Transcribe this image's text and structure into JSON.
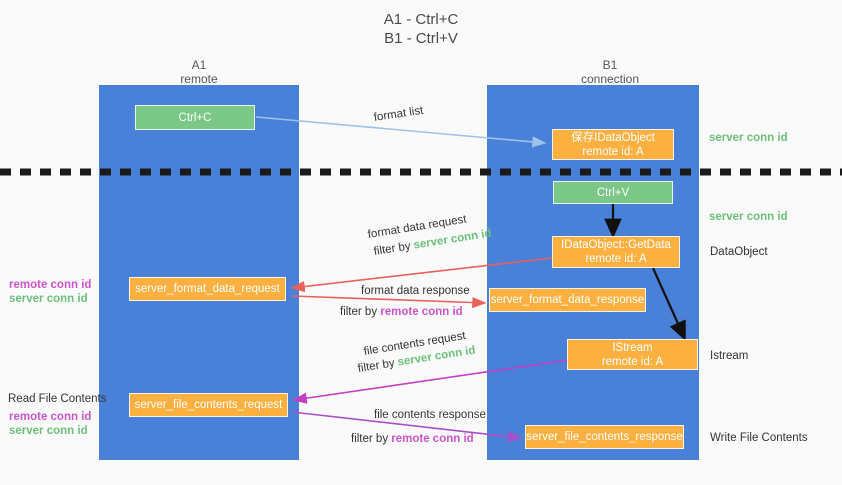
{
  "title": "A1 - Ctrl+C\nB1 - Ctrl+V",
  "colors": {
    "lane": "#4a81d8",
    "green_box": "#7ac786",
    "orange_box": "#fbb040",
    "background": "#fafafa",
    "server_conn_id": "#6cc07a",
    "remote_conn_id": "#cc55cc",
    "arrow_blue": "#9dc3ea",
    "arrow_red": "#e8615a",
    "arrow_magenta": "#c43fc4",
    "arrow_purple": "#9b4fc9",
    "arrow_black": "#000000",
    "divider": "#1a1a1a"
  },
  "columns": [
    {
      "name": "A1",
      "sub": "remote"
    },
    {
      "name": "B1",
      "sub": "connection"
    }
  ],
  "boxes": [
    {
      "id": "ctrl-c",
      "kind": "green",
      "line1": "Ctrl+C",
      "line2": ""
    },
    {
      "id": "save-idataobject",
      "kind": "orange",
      "line1": "保存IDataObject",
      "line2": "remote id: A"
    },
    {
      "id": "ctrl-v",
      "kind": "green",
      "line1": "Ctrl+V",
      "line2": ""
    },
    {
      "id": "idataobject-getdata",
      "kind": "orange",
      "line1": "IDataObject::GetData",
      "line2": "remote id: A"
    },
    {
      "id": "server-format-data-request",
      "kind": "orange",
      "line1": "server_format_data_request",
      "line2": ""
    },
    {
      "id": "server-format-data-response",
      "kind": "orange",
      "line1": "server_format_data_response",
      "line2": ""
    },
    {
      "id": "istream",
      "kind": "orange",
      "line1": "IStream",
      "line2": "remote id: A"
    },
    {
      "id": "server-file-contents-request",
      "kind": "orange",
      "line1": "server_file_contents_request",
      "line2": ""
    },
    {
      "id": "server-file-contents-response",
      "kind": "orange",
      "line1": "server_file_contents_response",
      "line2": ""
    }
  ],
  "edge_labels": {
    "format_list": "format list",
    "format_data_request": "format data request",
    "format_data_request_filter_prefix": "filter by ",
    "format_data_request_filter_key": "server conn id",
    "format_data_response": "format data response",
    "format_data_response_filter_prefix": "filter by ",
    "format_data_response_filter_key": "remote conn id",
    "file_contents_request": "file contents request",
    "file_contents_request_filter_prefix": "filter by ",
    "file_contents_request_filter_key": "server conn id",
    "file_contents_response": "file contents response",
    "file_contents_response_filter_prefix": "filter by ",
    "file_contents_response_filter_key": "remote conn id"
  },
  "right_labels": [
    {
      "id": "server-conn-id-top",
      "text": "server conn id",
      "style": "green"
    },
    {
      "id": "server-conn-id-second",
      "text": "server conn id",
      "style": "green"
    },
    {
      "id": "dataobject",
      "text": "DataObject",
      "style": "plain"
    },
    {
      "id": "istream-label",
      "text": "Istream",
      "style": "plain"
    },
    {
      "id": "write-file-contents",
      "text": "Write File Contents",
      "style": "plain"
    }
  ],
  "left_labels": [
    {
      "id": "left-remote-conn-id-1",
      "text": "remote conn id",
      "style": "purple"
    },
    {
      "id": "left-server-conn-id-1",
      "text": "server conn id",
      "style": "green"
    },
    {
      "id": "read-file-contents",
      "text": "Read File Contents",
      "style": "plain"
    },
    {
      "id": "left-remote-conn-id-2",
      "text": "remote conn id",
      "style": "purple"
    },
    {
      "id": "left-server-conn-id-2",
      "text": "server conn id",
      "style": "green"
    }
  ]
}
